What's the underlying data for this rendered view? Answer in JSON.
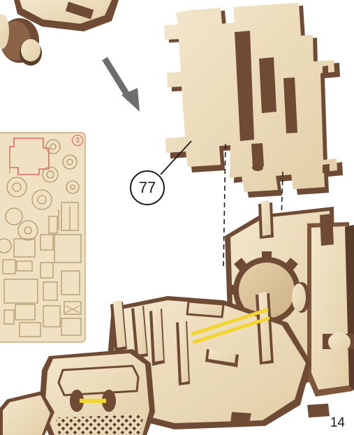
{
  "step": {
    "part_callout": "77",
    "page_number": "14"
  },
  "parts_sheet": {
    "sheet_number": "3"
  },
  "colors": {
    "plywood_face": "#ecdcbd",
    "plywood_edge": "#6f4b35",
    "plywood_edge_light": "#9a7454",
    "sheet_background": "#efe1c2",
    "sheet_outline": "#c8a877",
    "highlight_part": "#d9534f",
    "rubber_band": "#f2d531",
    "arrow": "#6e6e6e"
  },
  "icons": {
    "assembly_arrow": "arrow-down-right-icon",
    "leader_line": "callout-leader"
  }
}
